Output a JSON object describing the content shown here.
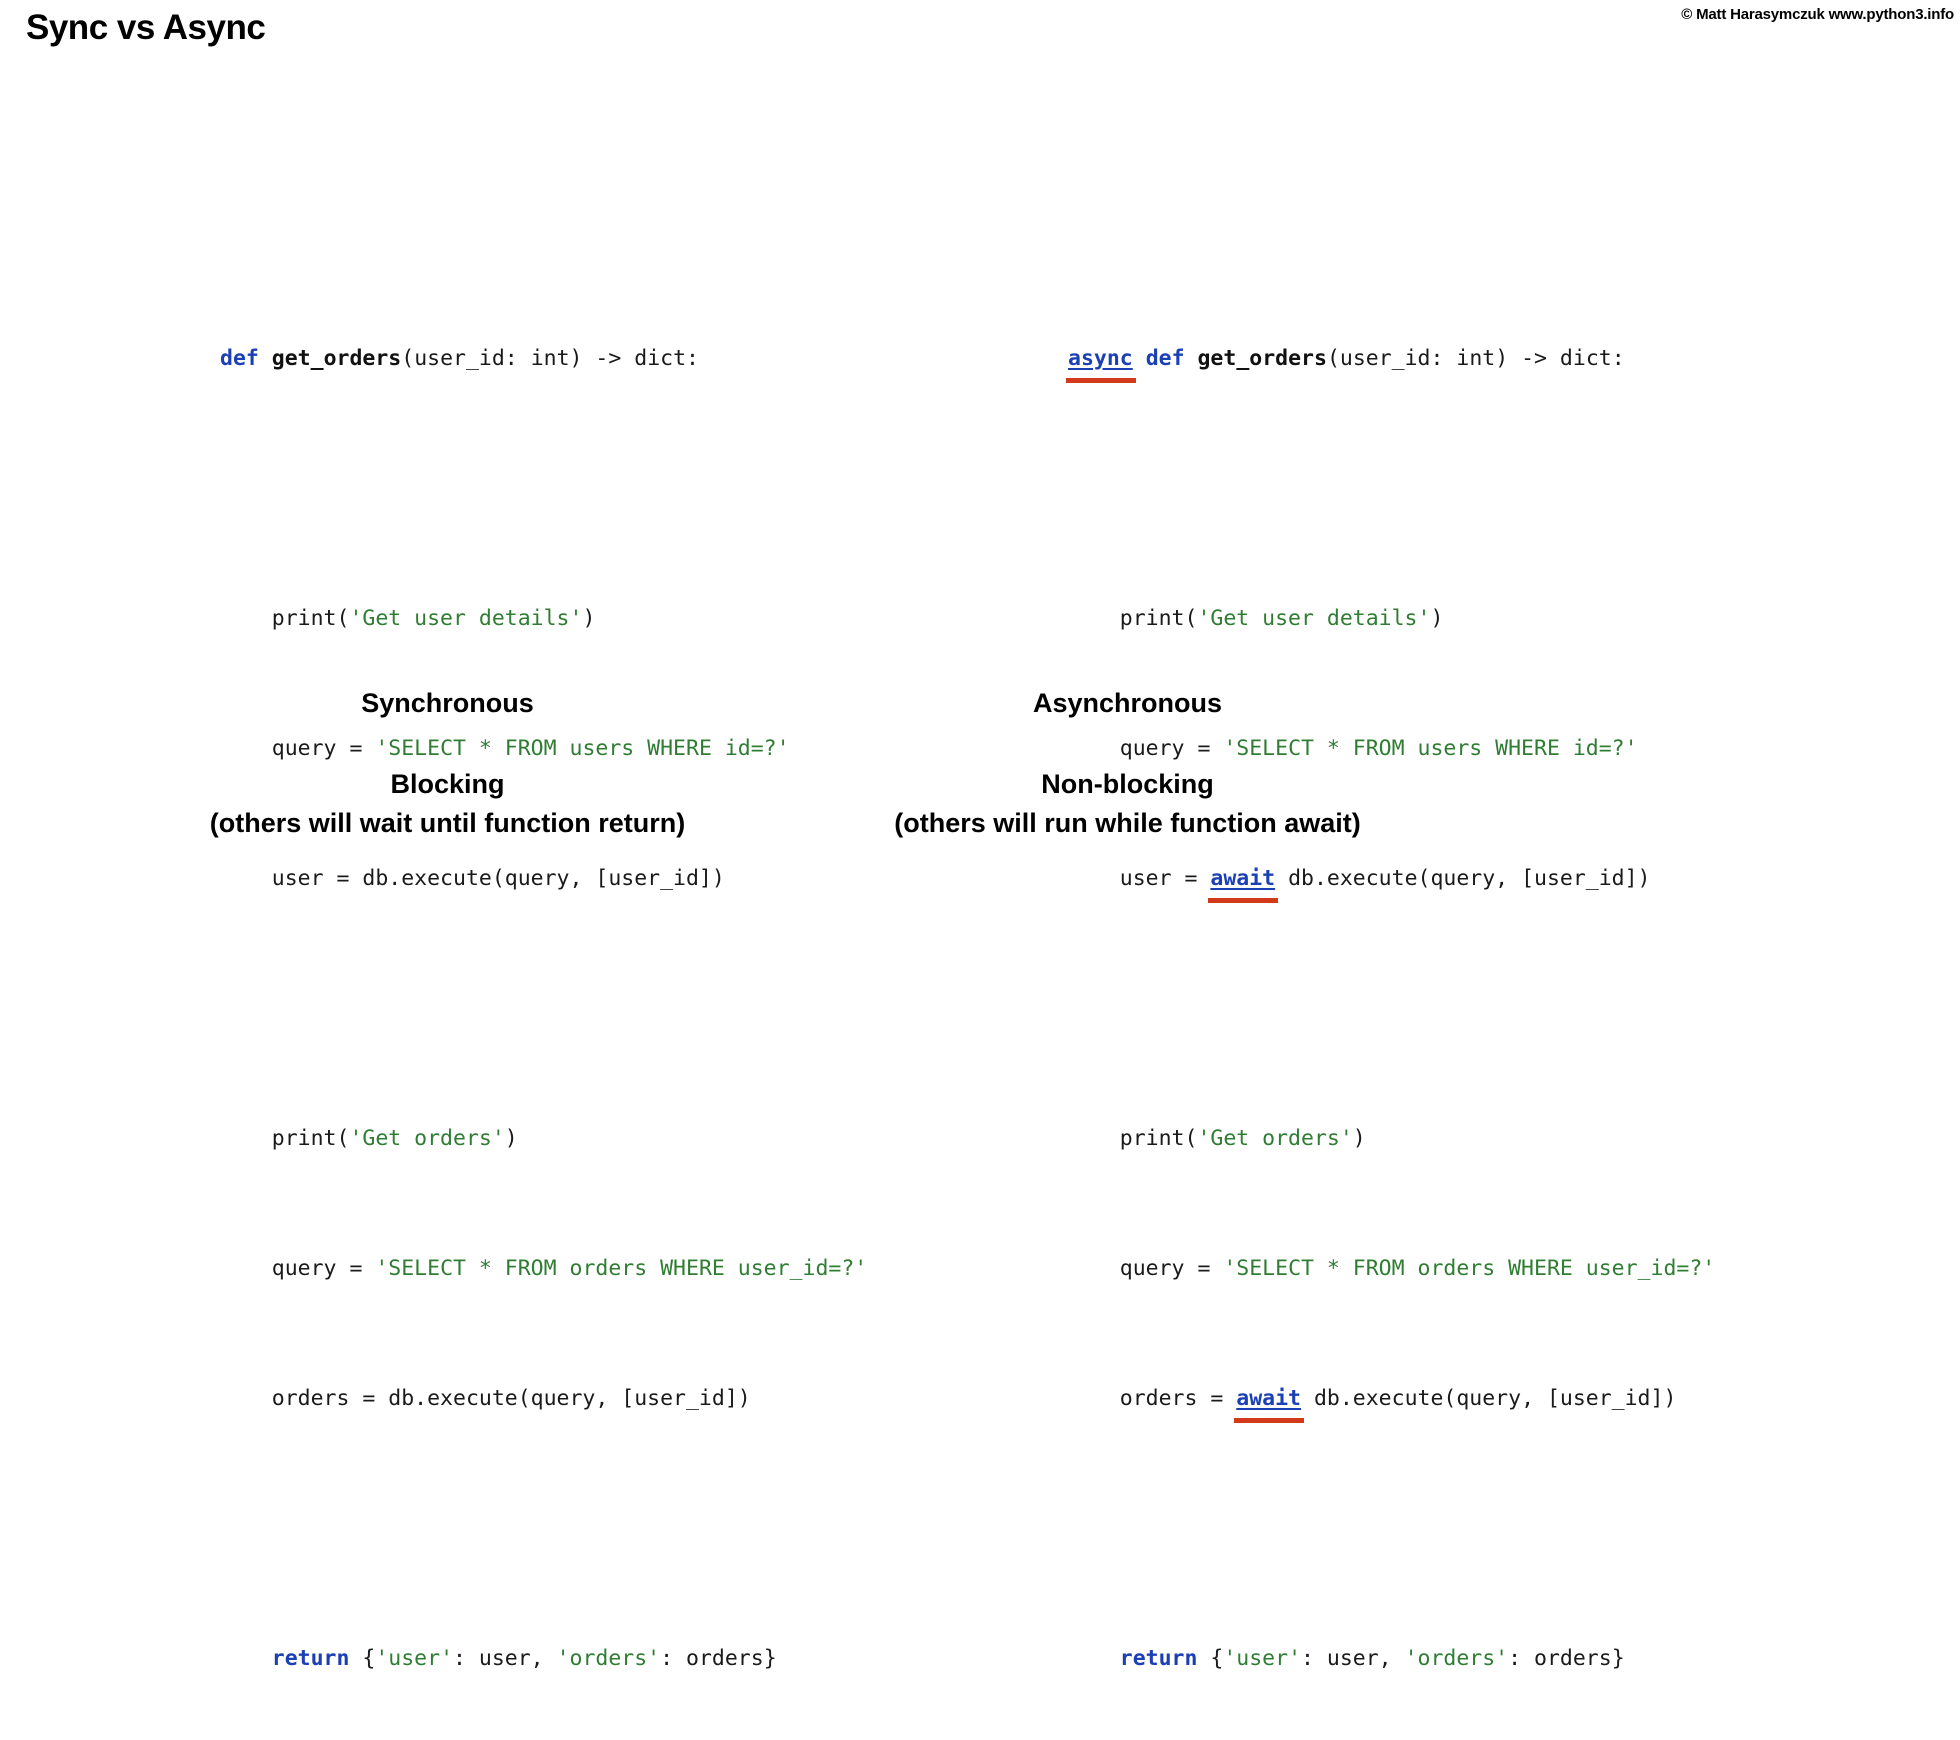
{
  "slide": {
    "title": "Sync vs Async",
    "copyright": "© Matt Harasymczuk www.python3.info"
  },
  "colors": {
    "keyword_blue": "#1b3fb5",
    "string_green": "#2f7d33",
    "highlight_red": "#d23a1b",
    "text_black": "#000000",
    "background": "#ffffff"
  },
  "code_sync": {
    "lines": {
      "def_kw": "def",
      "def_name": "get_orders",
      "def_sig": "(user_id: int) -> dict:",
      "print1": "    print(",
      "print1_str": "'Get user details'",
      "print1_end": ")",
      "query1": "    query = ",
      "query1_str": "'SELECT * FROM users WHERE id=?'",
      "user": "    user = db.execute(query, [user_id])",
      "print2": "    print(",
      "print2_str": "'Get orders'",
      "print2_end": ")",
      "query2": "    query = ",
      "query2_str": "'SELECT * FROM orders WHERE user_id=?'",
      "orders": "    orders = db.execute(query, [user_id])",
      "return_indent": "    ",
      "return_kw": "return",
      "return_open": " {",
      "return_key1": "'user'",
      "return_mid": ": user, ",
      "return_key2": "'orders'",
      "return_close": ": orders}"
    }
  },
  "code_async": {
    "lines": {
      "async_kw": "async",
      "def_kw": "def",
      "def_name": "get_orders",
      "def_sig": "(user_id: int) -> dict:",
      "print1": "    print(",
      "print1_str": "'Get user details'",
      "print1_end": ")",
      "query1": "    query = ",
      "query1_str": "'SELECT * FROM users WHERE id=?'",
      "user_pre": "    user = ",
      "user_await": "await",
      "user_post": " db.execute(query, [user_id])",
      "print2": "    print(",
      "print2_str": "'Get orders'",
      "print2_end": ")",
      "query2": "    query = ",
      "query2_str": "'SELECT * FROM orders WHERE user_id=?'",
      "orders_pre": "    orders = ",
      "orders_await": "await",
      "orders_post": " db.execute(query, [user_id])",
      "return_indent": "    ",
      "return_kw": "return",
      "return_open": " {",
      "return_key1": "'user'",
      "return_mid": ": user, ",
      "return_key2": "'orders'",
      "return_close": ": orders}"
    }
  },
  "caption_sync": {
    "heading": "Synchronous",
    "mode": "Blocking",
    "note": "(others will wait until function return)"
  },
  "caption_async": {
    "heading": "Asynchronous",
    "mode": "Non-blocking",
    "note": "(others will run while function await)"
  }
}
